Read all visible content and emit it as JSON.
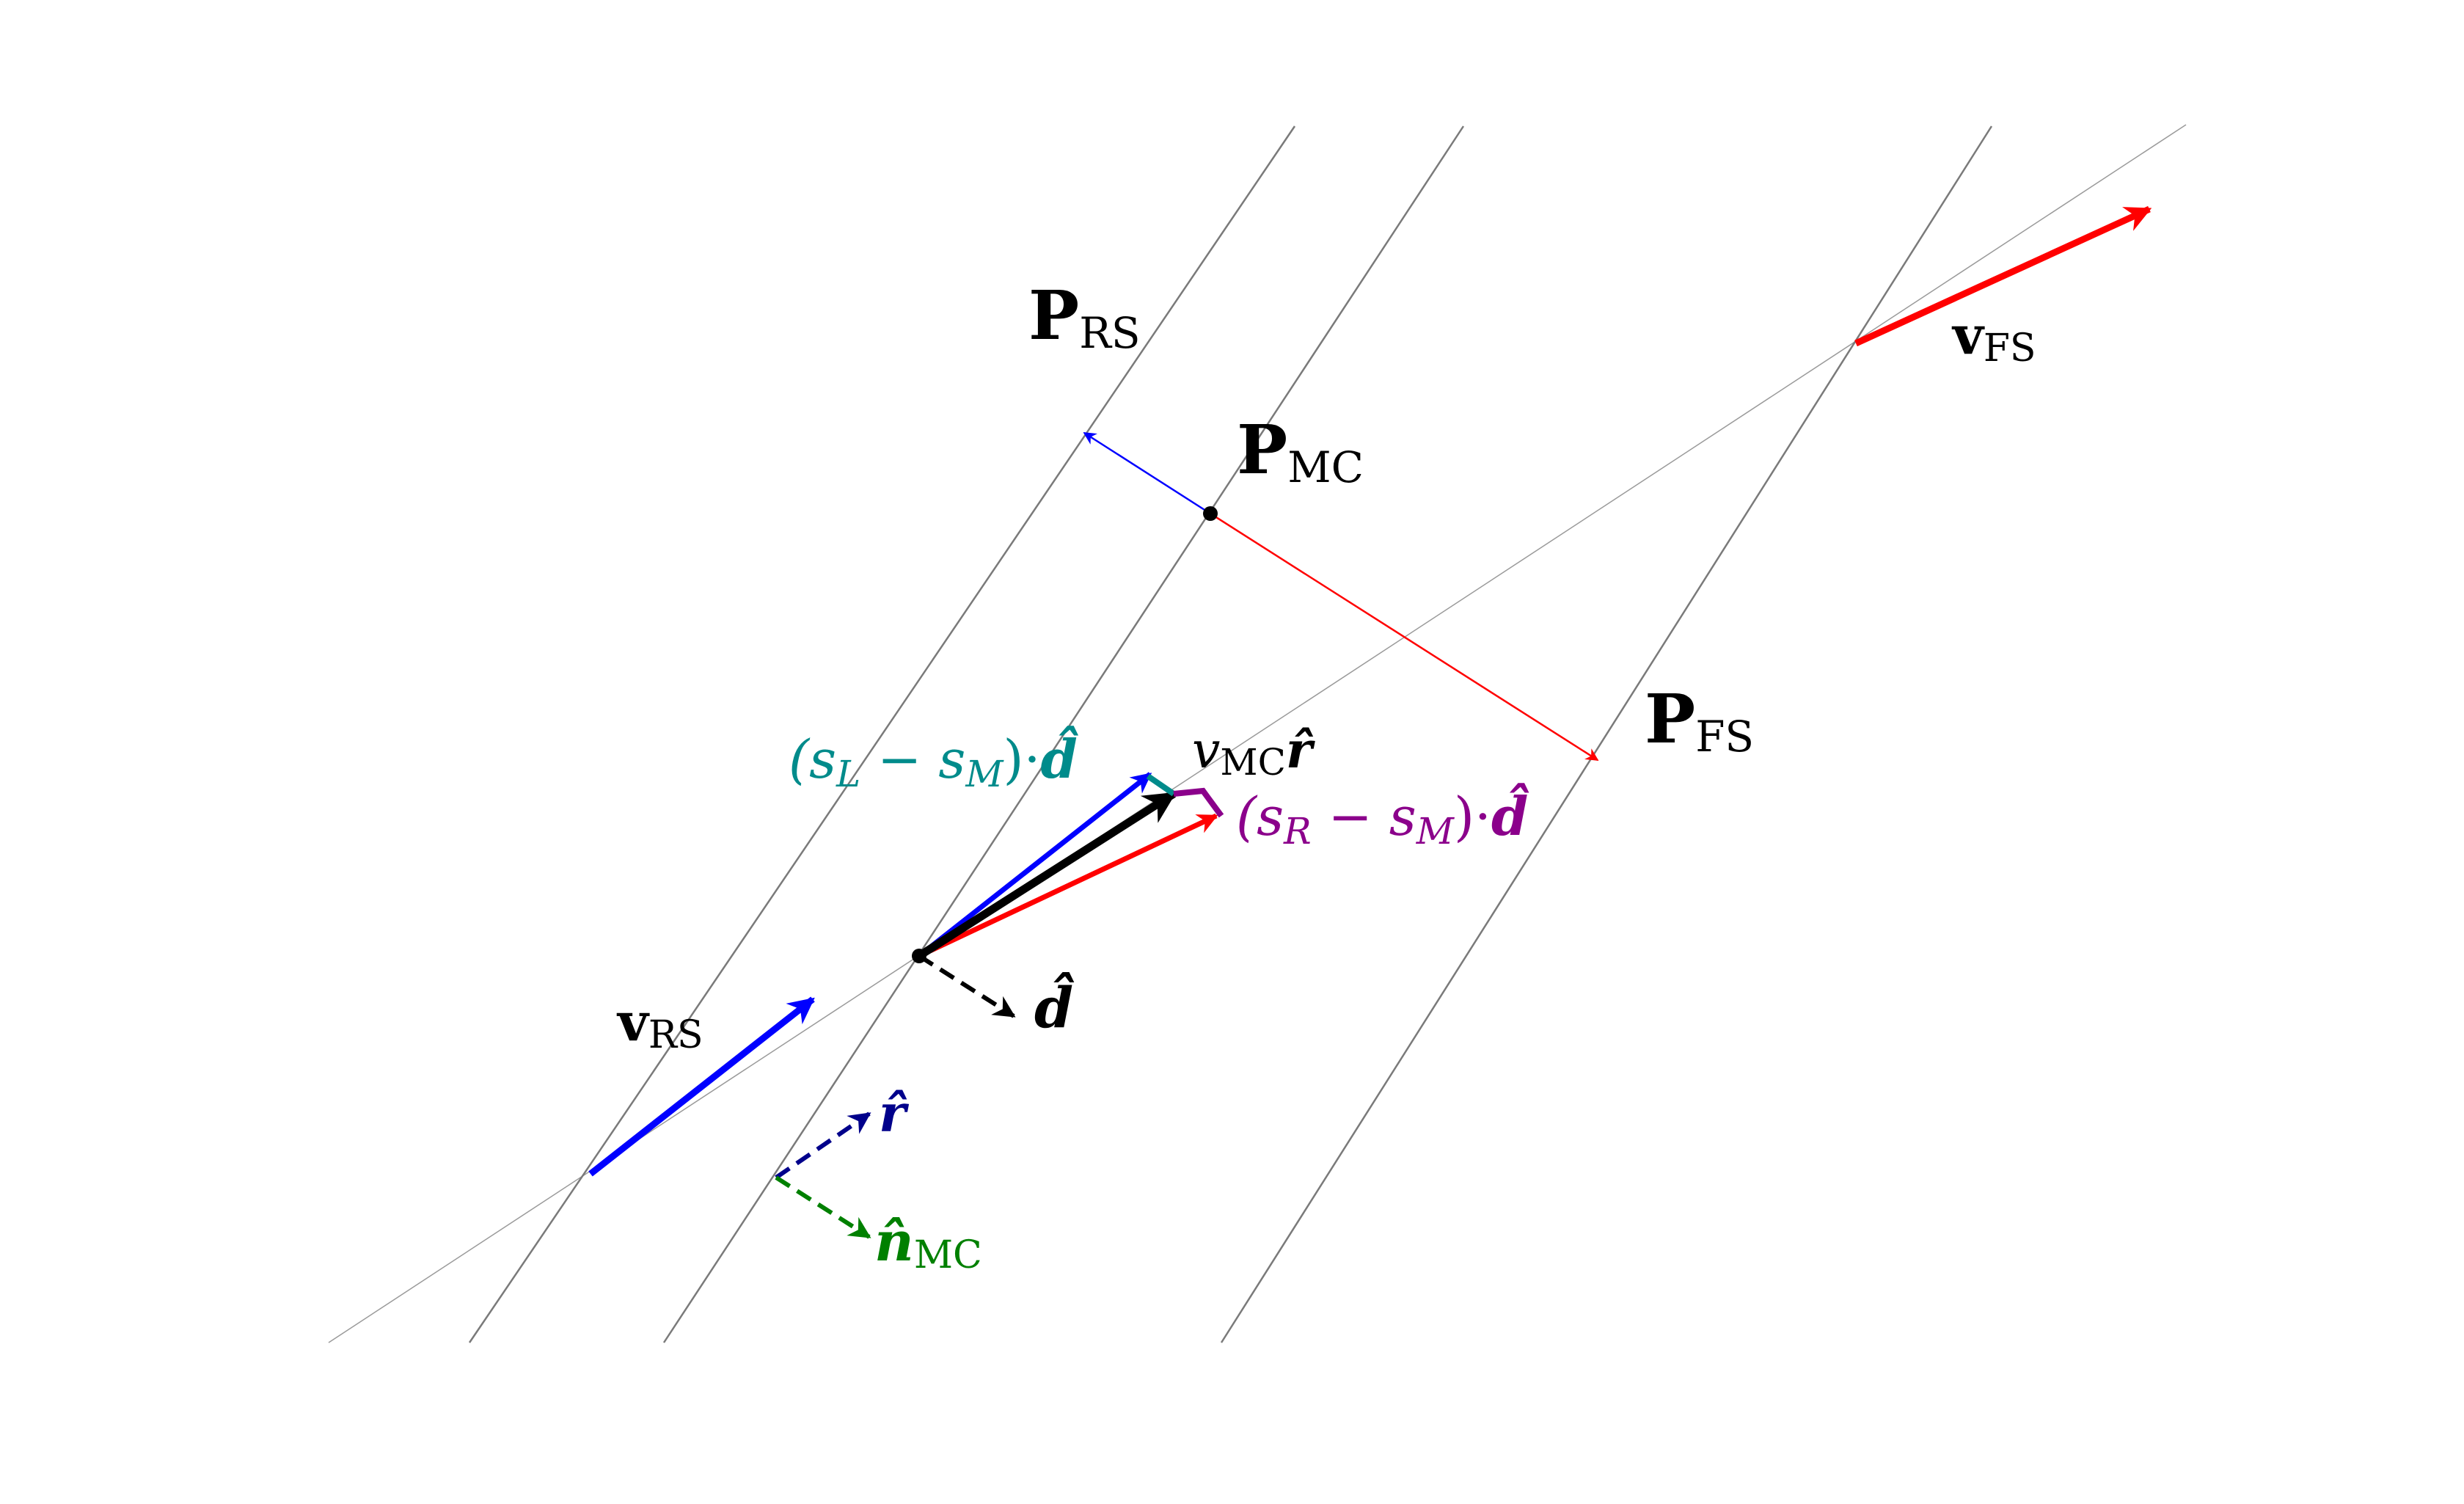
{
  "labels": {
    "p_rs": {
      "main": "P",
      "sub": "RS"
    },
    "p_mc": {
      "main": "P",
      "sub": "MC"
    },
    "p_fs": {
      "main": "P",
      "sub": "FS"
    },
    "v_rs": {
      "main": "v",
      "sub": "RS"
    },
    "v_fs": {
      "main": "v",
      "sub": "FS"
    },
    "v_mc_r": {
      "main": "v",
      "sub": "MC",
      "tail": "r̂"
    },
    "left_term": {
      "open": "(s",
      "sub1": "L",
      "mid": " − s",
      "sub2": "M",
      "close": ")·",
      "vec": "d̂"
    },
    "right_term": {
      "open": "(s",
      "sub1": "R",
      "mid": " − s",
      "sub2": "M",
      "close": ")·",
      "vec": "d̂"
    },
    "d_hat": "d̂",
    "r_hat": "r̂",
    "n_hat": {
      "main": "n̂",
      "sub": "MC"
    }
  },
  "colors": {
    "line": "#7a7a7a",
    "thin_line": "#9a9a9a",
    "red": "#ff0000",
    "blue": "#0000ff",
    "black": "#000000",
    "teal": "#008b8b",
    "purple": "#8b008b",
    "navy": "#00008b",
    "green": "#008000"
  }
}
